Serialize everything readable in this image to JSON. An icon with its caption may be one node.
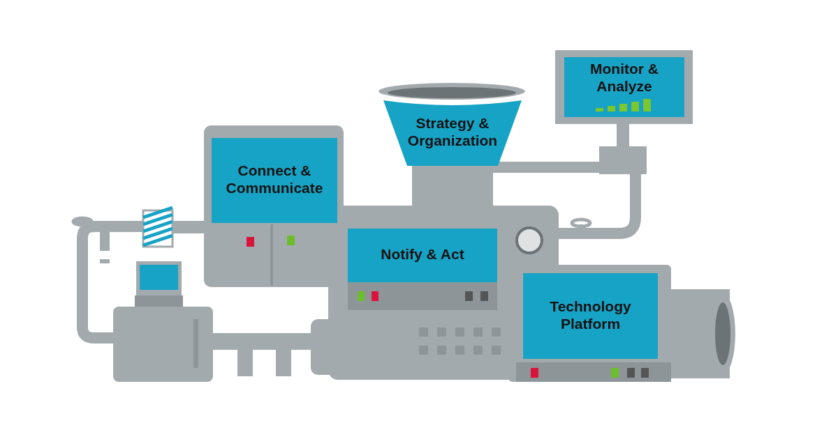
{
  "diagram": {
    "nodes": [
      {
        "text": [
          "Connect & Communicate"
        ]
      },
      {
        "text": [
          "Strategy & Organization"
        ]
      },
      {
        "text": [
          "Monitor & Analyze"
        ]
      },
      {
        "text": [
          "Notify & Act"
        ]
      },
      {
        "text": [
          "Technology Platform"
        ]
      }
    ]
  }
}
